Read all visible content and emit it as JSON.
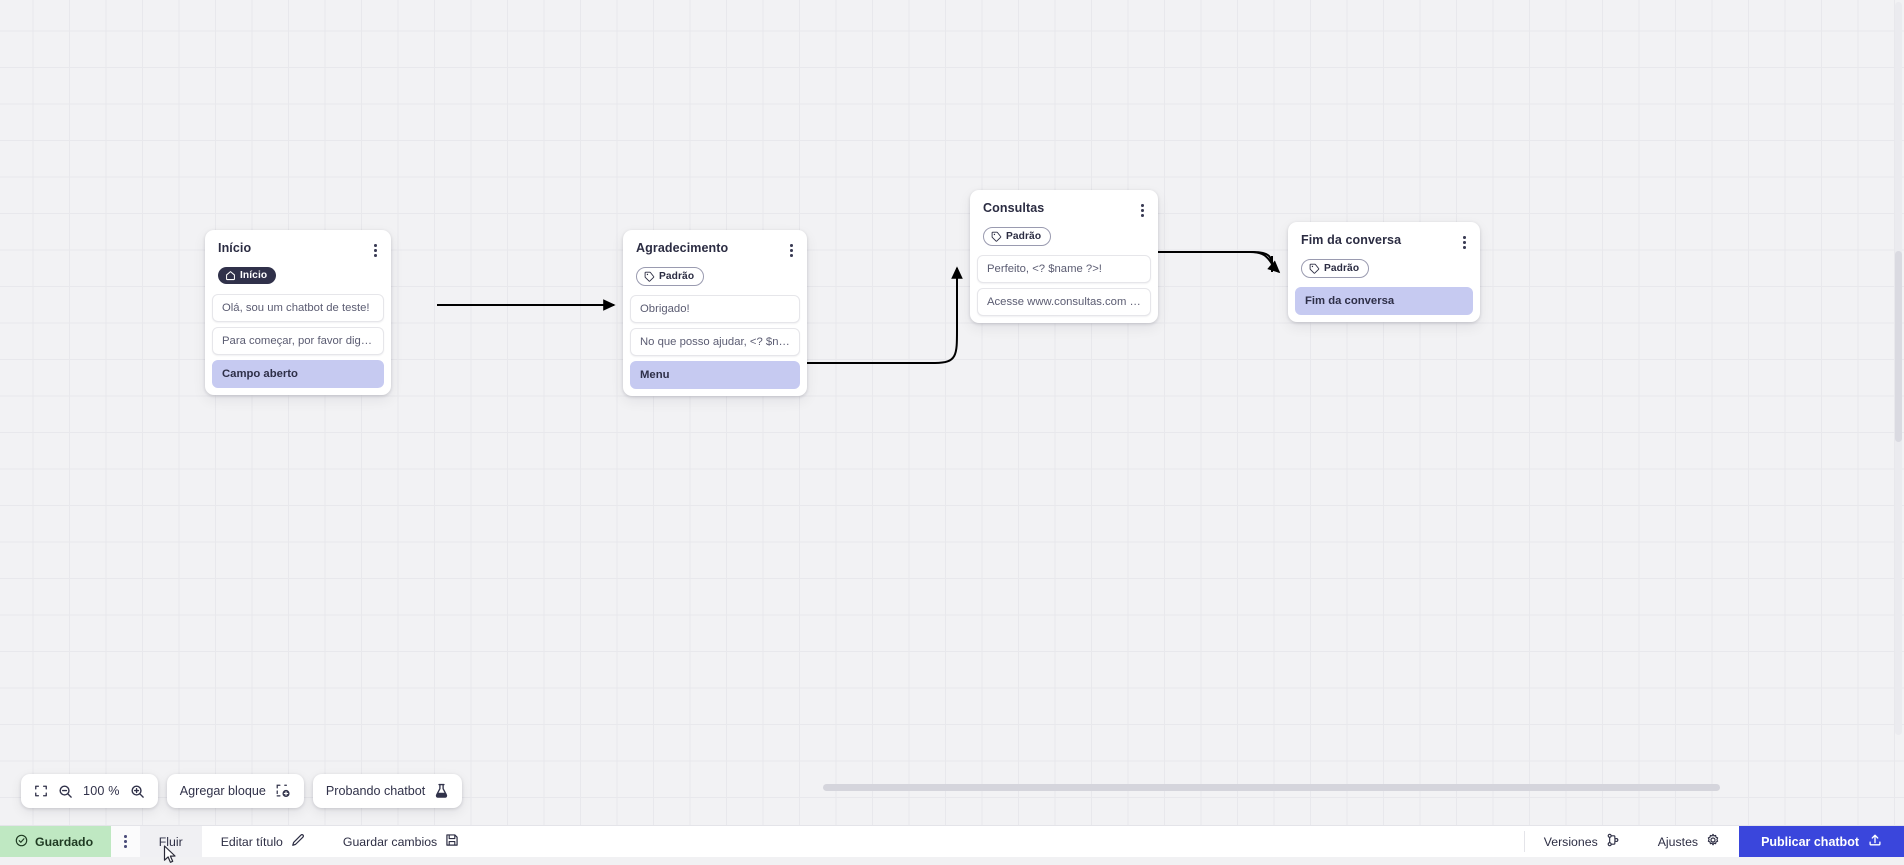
{
  "canvas": {
    "nodes": [
      {
        "id": "inicio",
        "title": "Início",
        "badge": {
          "label": "Início",
          "icon": "home-icon",
          "style": "dark"
        },
        "rows": [
          {
            "text": "Olá, sou um chatbot de teste!",
            "accent": false
          },
          {
            "text": "Para começar, por favor digite o ...",
            "accent": false
          },
          {
            "text": "Campo aberto",
            "accent": true
          }
        ]
      },
      {
        "id": "agradecimento",
        "title": "Agradecimento",
        "badge": {
          "label": "Padrão",
          "icon": "tag-icon",
          "style": "outline"
        },
        "rows": [
          {
            "text": "Obrigado!",
            "accent": false
          },
          {
            "text": "No que posso ajudar, <? $name ...",
            "accent": false
          },
          {
            "text": "Menu",
            "accent": true
          }
        ]
      },
      {
        "id": "consultas",
        "title": "Consultas",
        "badge": {
          "label": "Padrão",
          "icon": "tag-icon",
          "style": "outline"
        },
        "rows": [
          {
            "text": "Perfeito, <? $name ?>!",
            "accent": false
          },
          {
            "text": "Acesse www.consultas.com par...",
            "accent": false
          }
        ]
      },
      {
        "id": "fim",
        "title": "Fim da conversa",
        "badge": {
          "label": "Padrão",
          "icon": "tag-icon",
          "style": "outline"
        },
        "rows": [
          {
            "text": "Fim da conversa",
            "accent": true
          }
        ]
      }
    ]
  },
  "toolbar": {
    "fit_icon": "fit-screen-icon",
    "zoom_out_icon": "zoom-out-icon",
    "zoom_level": "100 %",
    "zoom_in_icon": "zoom-in-icon",
    "add_block_label": "Agregar bloque",
    "add_block_icon": "add-block-icon",
    "test_chatbot_label": "Probando chatbot",
    "test_chatbot_icon": "flask-icon"
  },
  "bottombar": {
    "saved_label": "Guardado",
    "saved_icon": "check-circle-icon",
    "menu_icon": "kebab-menu-icon",
    "flow_label": "Fluir",
    "edit_title_label": "Editar título",
    "edit_title_icon": "pencil-icon",
    "save_changes_label": "Guardar cambios",
    "save_changes_icon": "floppy-icon",
    "versions_label": "Versiones",
    "versions_icon": "branch-icon",
    "settings_label": "Ajustes",
    "settings_icon": "gear-icon",
    "publish_label": "Publicar chatbot",
    "publish_icon": "upload-icon"
  },
  "colors": {
    "accent_blue": "#3a46dc",
    "row_highlight": "#c6caf1",
    "saved_green": "#bfe8c2",
    "badge_dark": "#30314a"
  }
}
